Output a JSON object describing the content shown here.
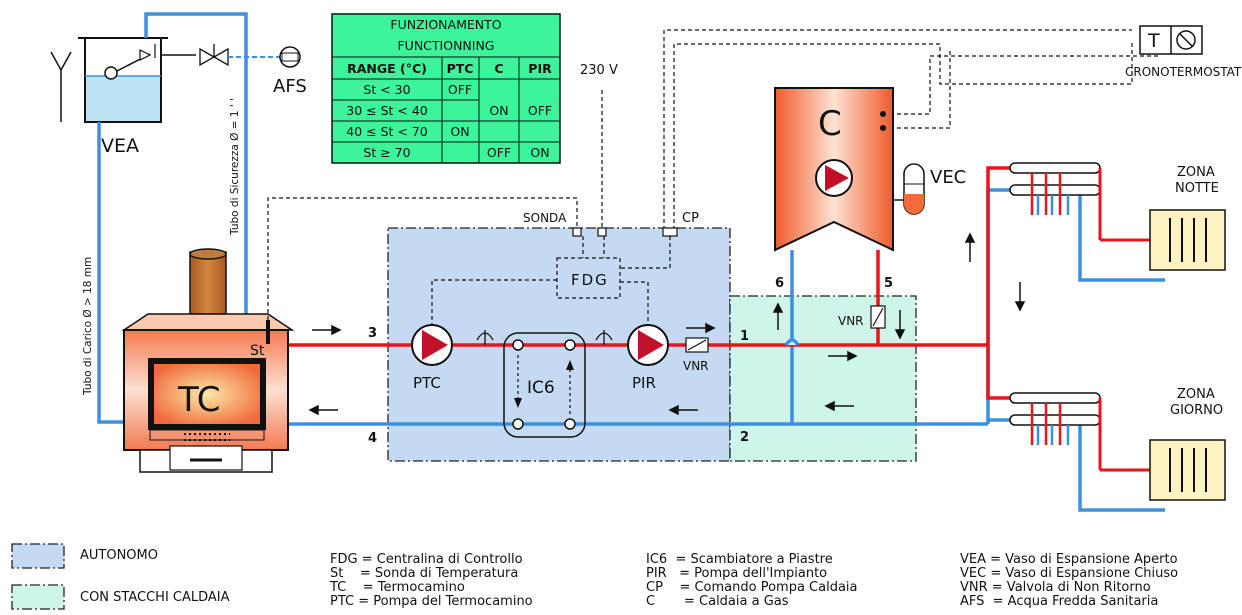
{
  "table": {
    "title1": "FUNZIONAMENTO",
    "title2": "FUNCTIONNING",
    "head": [
      "RANGE  (°C)",
      "PTC",
      "C",
      "PIR"
    ],
    "r1": "St < 30",
    "r2": "30 ≤ St < 40",
    "r3": "40 ≤ St < 70",
    "r4": "St ≥ 70",
    "off": "OFF",
    "on": "ON"
  },
  "labels": {
    "vea": "VEA",
    "afs": "AFS",
    "tc": "TC",
    "st": "St",
    "tubo_carico": "Tubo di Carico Ø > 18 mm",
    "tubo_sicurezza": "Tubo di Sicurezza Ø = 1 ' '",
    "v230": "230 V",
    "sonda": "SONDA",
    "cp": "CP",
    "fdg": "FDG",
    "ptc": "PTC",
    "ic6": "IC6",
    "pir": "PIR",
    "vnr": "VNR",
    "c": "C",
    "vec": "VEC",
    "t": "T",
    "cronotermostato": "CRONOTERMOSTATO",
    "zona_notte1": "ZONA",
    "zona_notte2": "NOTTE",
    "zona_giorno1": "ZONA",
    "zona_giorno2": "GIORNO",
    "n1": "1",
    "n2": "2",
    "n3": "3",
    "n4": "4",
    "n5": "5",
    "n6": "6"
  },
  "legend": {
    "autonomo": "AUTONOMO",
    "stacchi": "CON STACCHI CALDAIA",
    "col1": [
      "FDG = Centralina di Controllo",
      "St    = Sonda di Temperatura",
      "TC    = Termocamino",
      "PTC = Pompa del Termocamino"
    ],
    "col2": [
      "IC6  = Scambiatore a Piastre",
      "PIR   = Pompa dell'Impianto",
      "CP    = Comando Pompa Caldaia",
      "C       = Caldaia a Gas"
    ],
    "col3": [
      "VEA = Vaso di Espansione Aperto",
      "VEC = Vaso di Espansione Chiuso",
      "VNR = Valvola di Non Ritorno",
      "AFS  = Acqua Fredda Sanitaria"
    ]
  },
  "colors": {
    "hot": "#e8151b",
    "cold": "#3d8fe0",
    "autonomo_fill": "#c4daf2",
    "stacchi_fill": "#cdf5ea",
    "table_fill": "#3cf59a",
    "pump": "#c0102a"
  }
}
